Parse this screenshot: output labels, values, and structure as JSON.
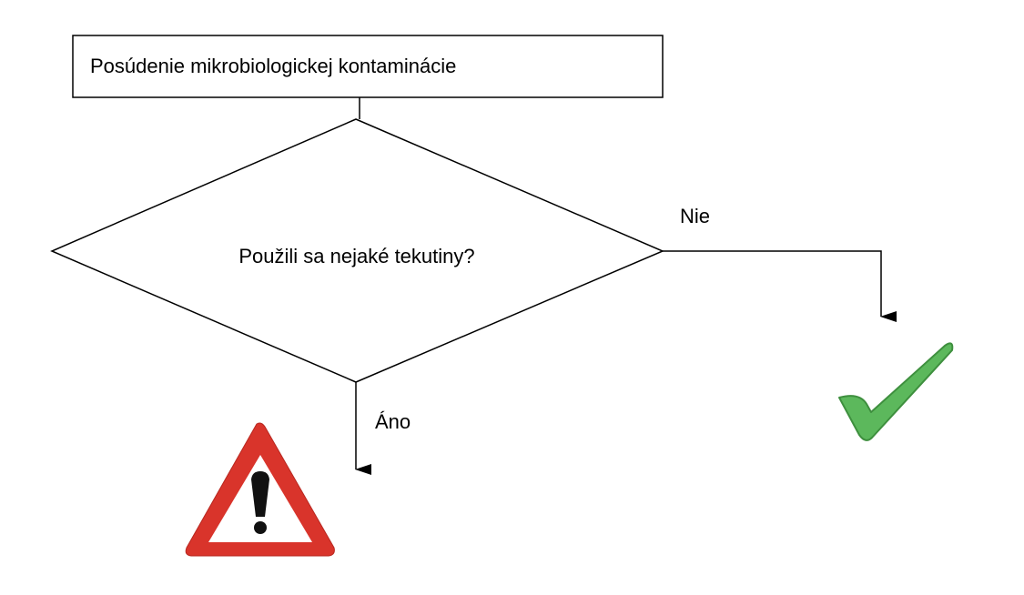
{
  "diagram": {
    "title_box": {
      "text": "Posúdenie mikrobiologickej kontaminácie"
    },
    "decision": {
      "text": "Použili sa nejaké tekutiny?"
    },
    "branch_no": {
      "label": "Nie",
      "outcome_icon": "checkmark-icon",
      "outcome_color": "#5cb85c"
    },
    "branch_yes": {
      "label": "Áno",
      "outcome_icon": "warning-triangle-icon",
      "outcome_color": "#d9342b"
    }
  }
}
